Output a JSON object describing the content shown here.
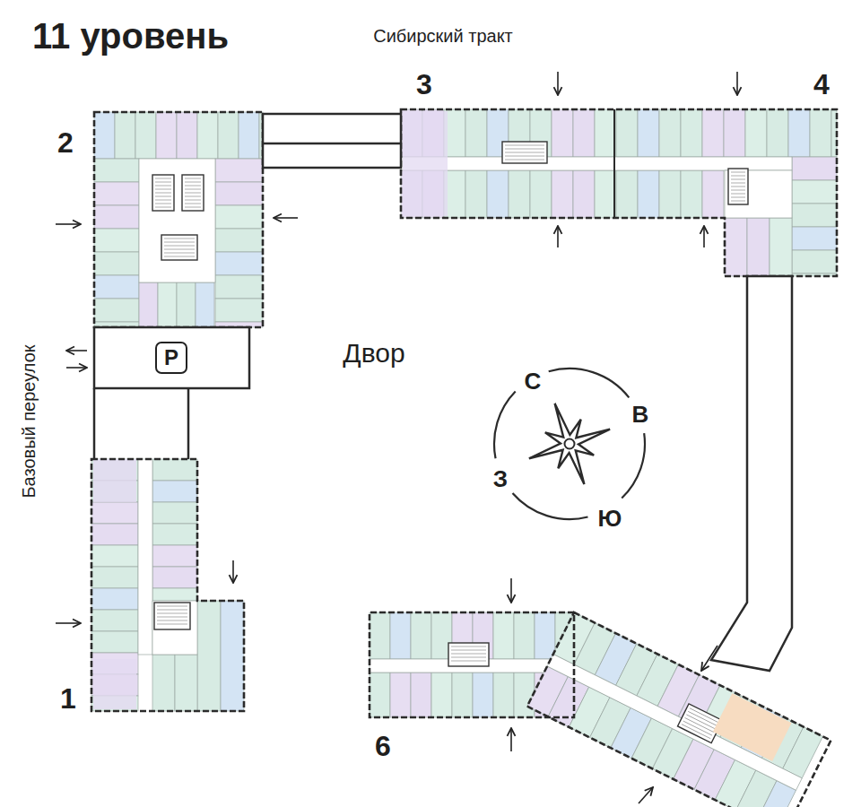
{
  "diagram": {
    "title": "11 уровень",
    "nodes": [
      {
        "text": [
          "P"
        ]
      }
    ],
    "labels": [
      "Сибирский тракт",
      "Базовый переулок",
      "2",
      "3",
      "4",
      "1",
      "6",
      "Двор",
      "С",
      "В",
      "З",
      "Ю"
    ]
  }
}
